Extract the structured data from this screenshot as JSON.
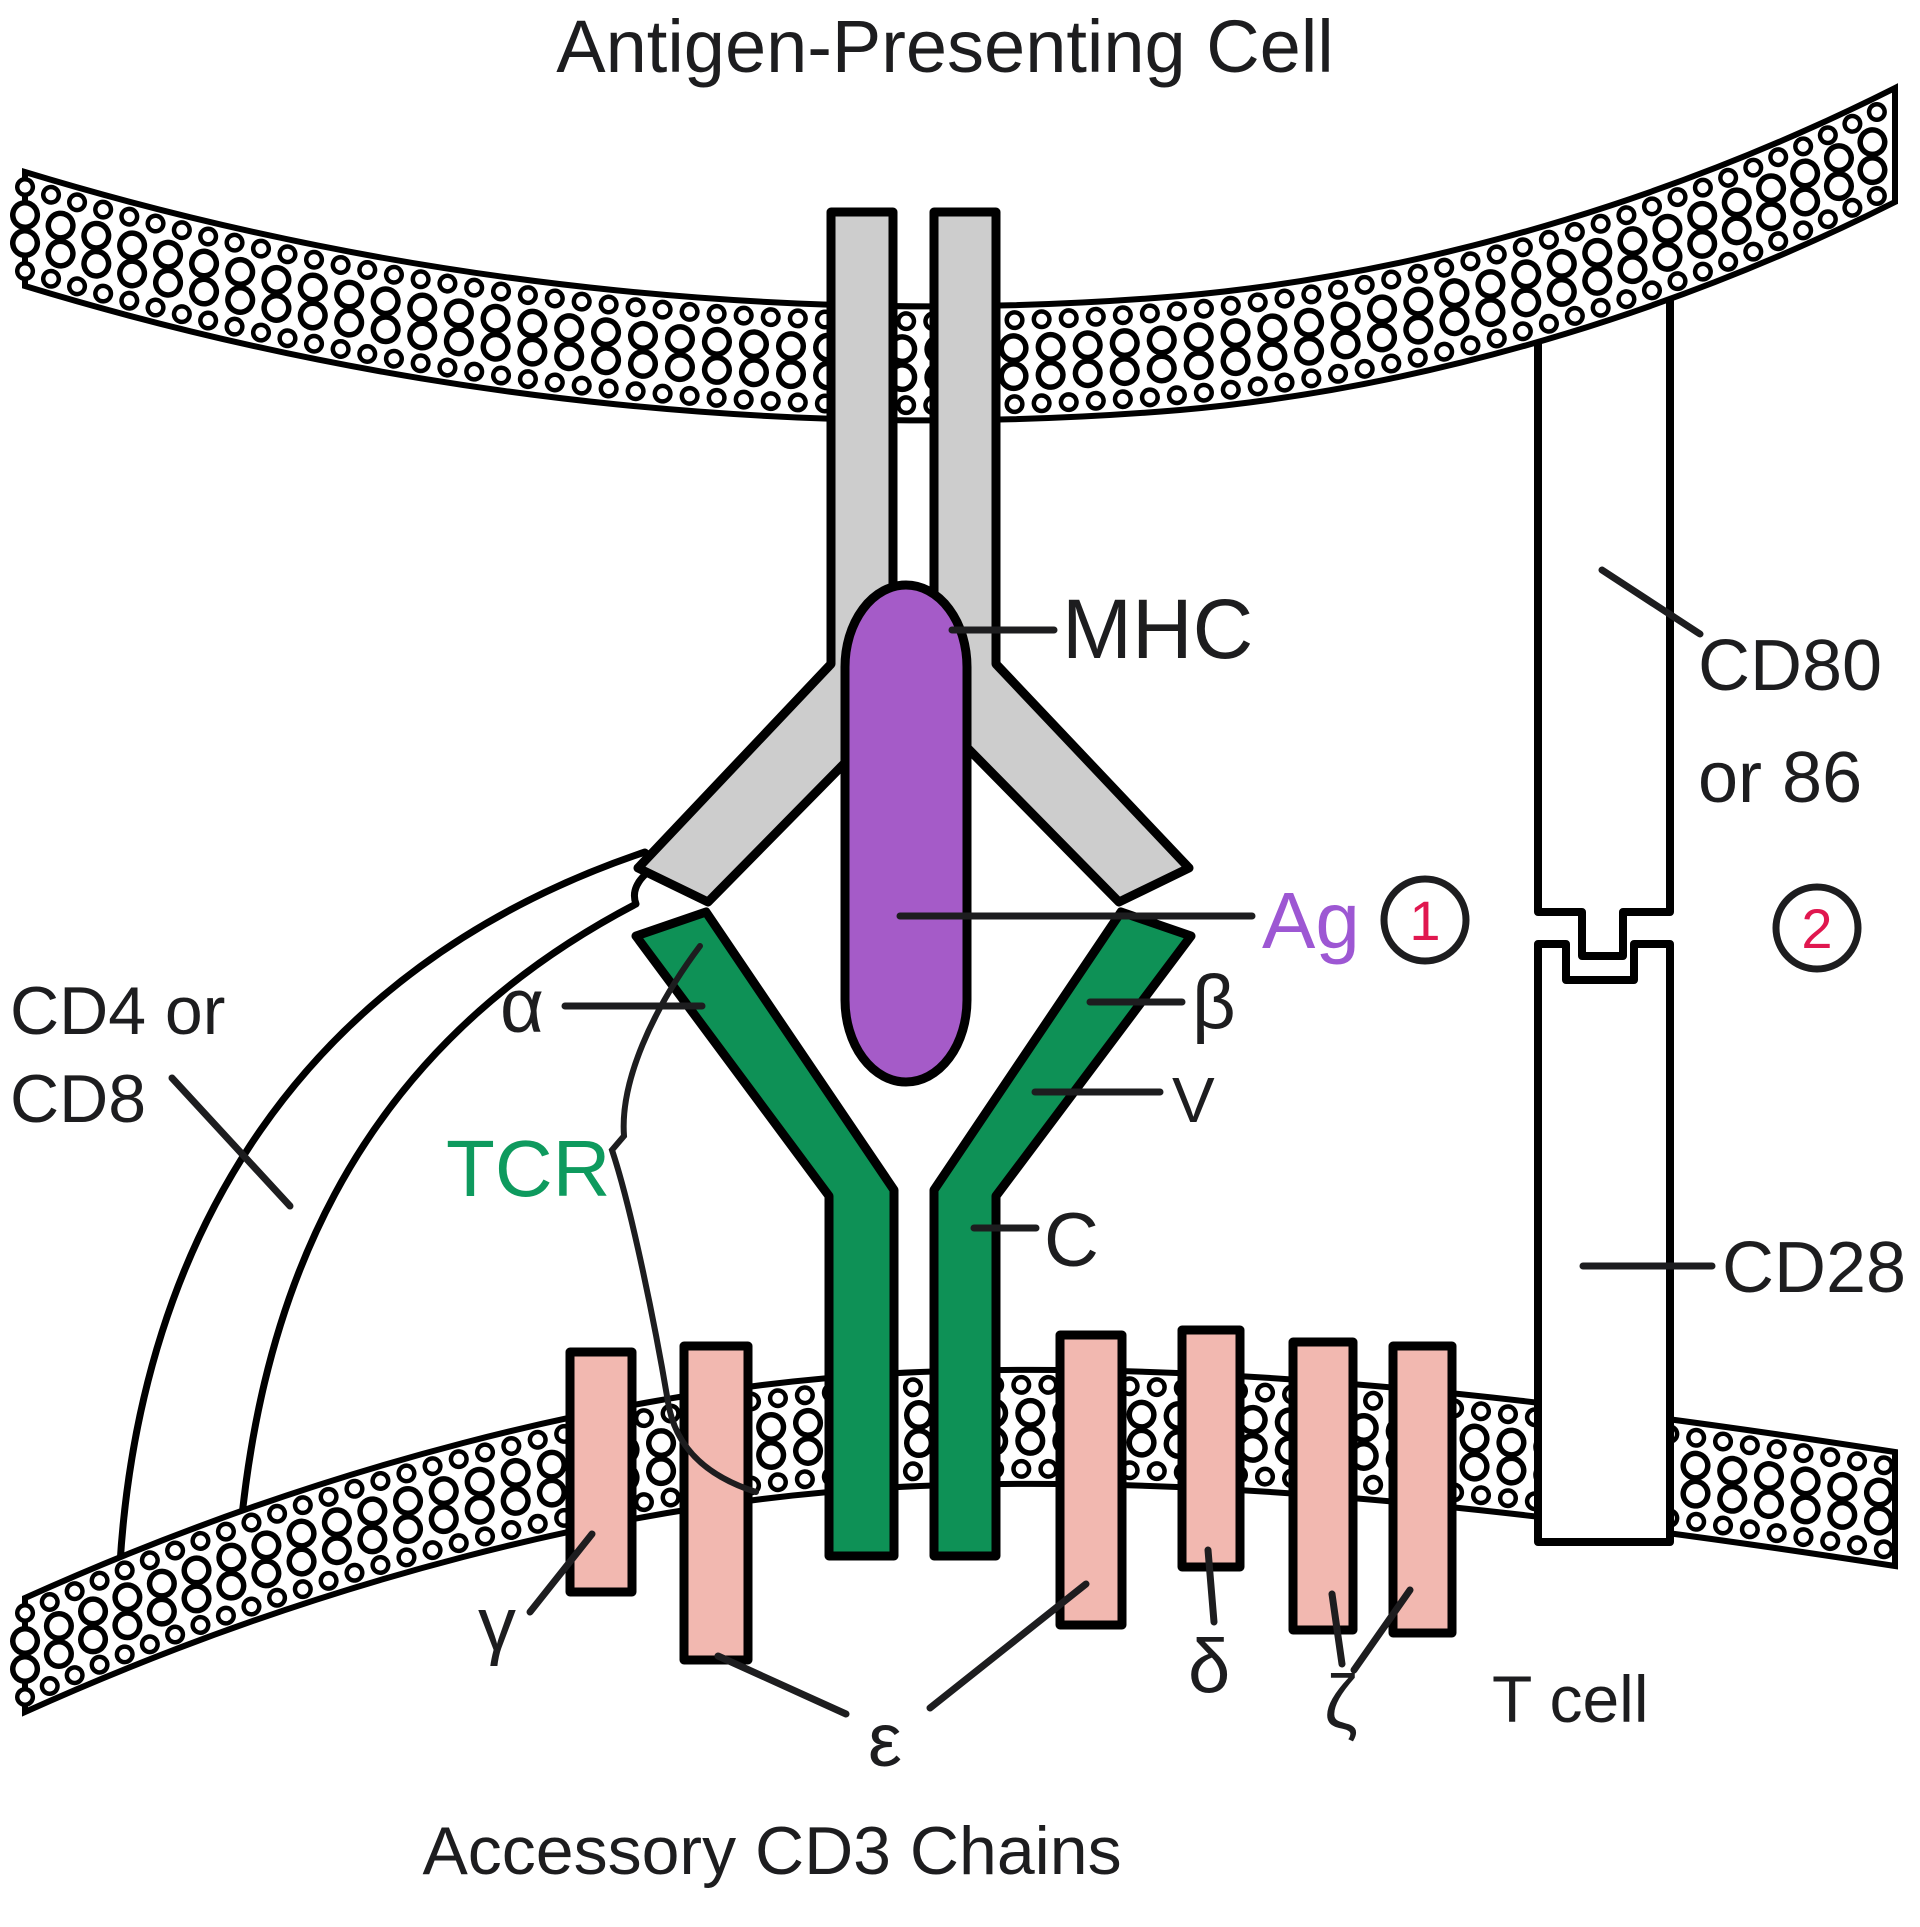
{
  "diagram": {
    "apc_title": "Antigen-Presenting Cell",
    "t_cell_label": "T cell",
    "caption": "Accessory CD3 Chains",
    "molecules": {
      "mhc": "MHC",
      "antigen": "Ag",
      "tcr": "TCR",
      "coreceptor_line1": "CD4 or",
      "coreceptor_line2": "CD8",
      "costim_ligand_line1": "CD80",
      "costim_ligand_line2": "or 86",
      "costim_receptor": "CD28"
    },
    "tcr_regions": {
      "alpha": "α",
      "beta": "β",
      "variable": "V",
      "constant": "C"
    },
    "cd3_chains": {
      "gamma": "γ",
      "epsilon": "ε",
      "delta": "δ",
      "zeta": "ζ"
    },
    "signal_numbers": {
      "signal1": "1",
      "signal2": "2"
    },
    "colors": {
      "tcr_green": "#0e9156",
      "antigen_purple": "#a55bc8",
      "ag_label_purple": "#9d57d3",
      "cd3_pink": "#f2b8b0",
      "mhc_gray": "#cdcdcd",
      "signal_red": "#e0174f",
      "ink": "#1d1d1f"
    }
  }
}
